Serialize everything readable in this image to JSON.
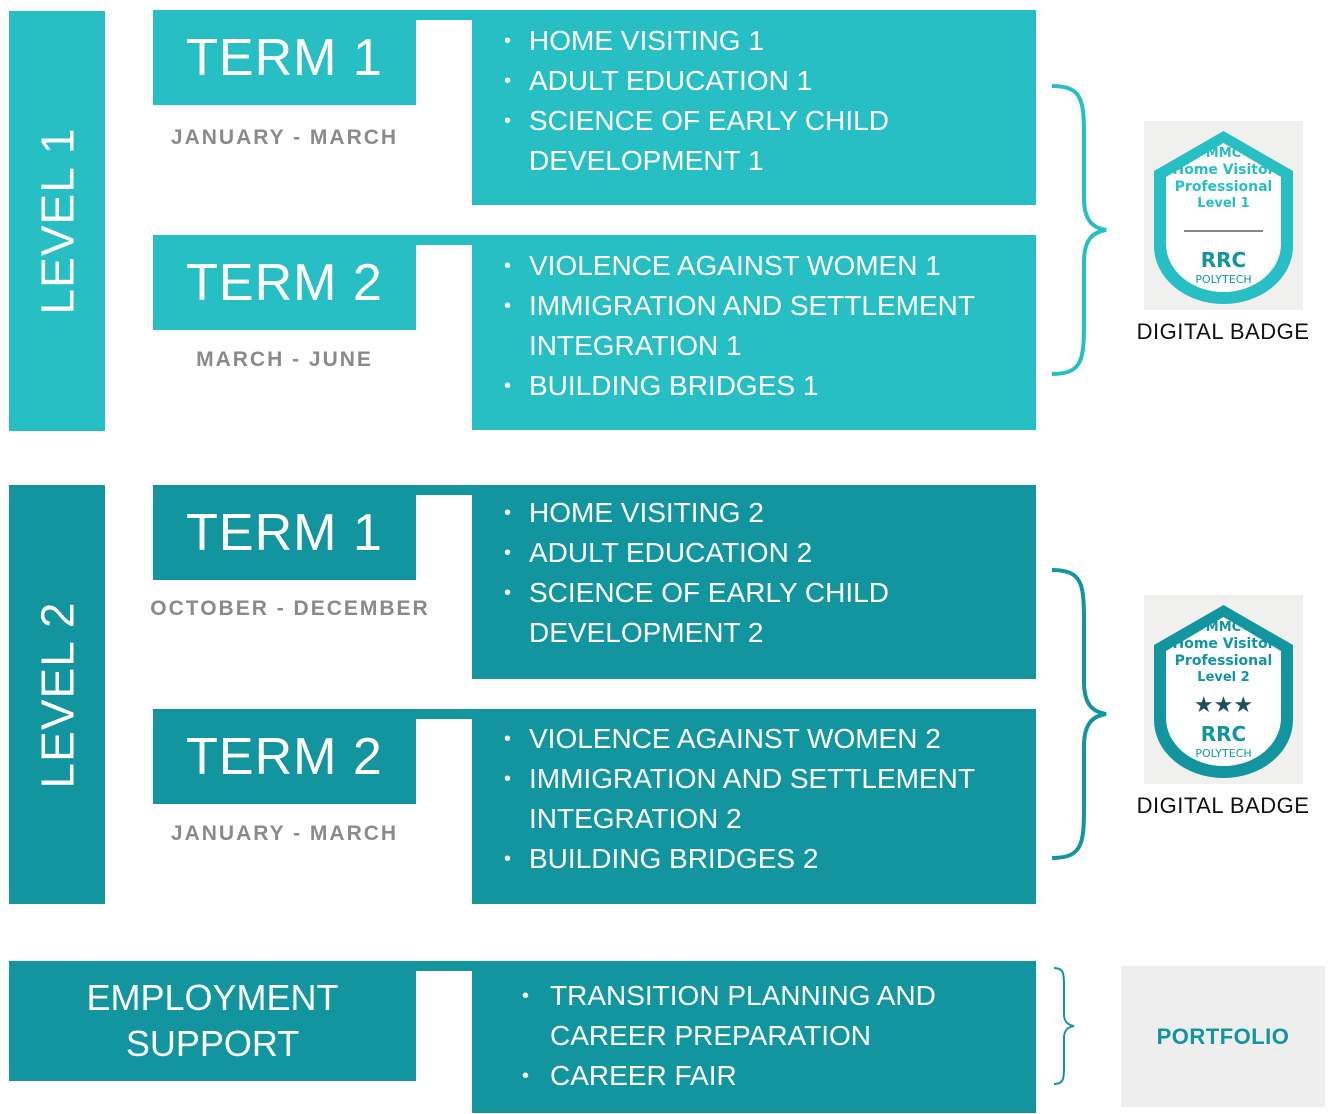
{
  "colors": {
    "level1": "#27bfc4",
    "level2": "#12959f",
    "dates": "#8a8a8a",
    "portfolio_bg": "#eeeeee"
  },
  "level1": {
    "label": "LEVEL 1",
    "term1": {
      "title": "TERM 1",
      "dates": "JANUARY - MARCH",
      "courses": [
        "HOME VISITING 1",
        "ADULT EDUCATION 1",
        "SCIENCE OF EARLY CHILD",
        "DEVELOPMENT 1"
      ]
    },
    "term2": {
      "title": "TERM 2",
      "dates": "MARCH - JUNE",
      "courses": [
        "VIOLENCE AGAINST WOMEN 1",
        "IMMIGRATION AND SETTLEMENT",
        "INTEGRATION 1",
        "BUILDING BRIDGES 1"
      ]
    },
    "badge": {
      "line1": "MMC",
      "line2": "Home Visitor",
      "line3": "Professional",
      "line4": "Level 1",
      "org": "RRC",
      "org_sub": "POLYTECH",
      "label": "DIGITAL BADGE"
    }
  },
  "level2": {
    "label": "LEVEL 2",
    "term1": {
      "title": "TERM 1",
      "dates": "OCTOBER - DECEMBER",
      "courses": [
        "HOME VISITING 2",
        "ADULT EDUCATION 2",
        "SCIENCE OF EARLY CHILD",
        "DEVELOPMENT 2"
      ]
    },
    "term2": {
      "title": "TERM 2",
      "dates": "JANUARY - MARCH",
      "courses": [
        "VIOLENCE AGAINST WOMEN 2",
        "IMMIGRATION AND SETTLEMENT",
        "INTEGRATION 2",
        "BUILDING BRIDGES 2"
      ]
    },
    "badge": {
      "line1": "MMC",
      "line2": "Home Visitor",
      "line3": "Professional",
      "line4": "Level 2",
      "stars": "★★★",
      "org": "RRC",
      "org_sub": "POLYTECH",
      "label": "DIGITAL BADGE"
    }
  },
  "employment": {
    "title_line1": "EMPLOYMENT",
    "title_line2": "SUPPORT",
    "items": [
      "TRANSITION PLANNING AND",
      "CAREER PREPARATION",
      "CAREER FAIR"
    ],
    "outcome": "PORTFOLIO"
  }
}
